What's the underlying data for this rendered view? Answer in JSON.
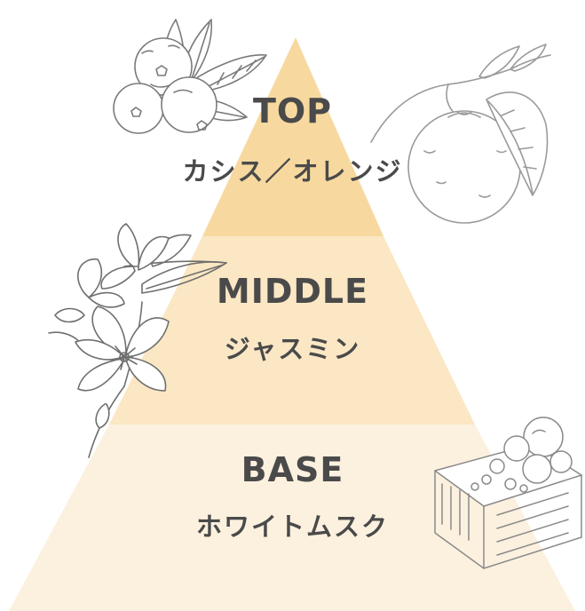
{
  "pyramid": {
    "top": {
      "label": "TOP",
      "notes": "カシス／オレンジ",
      "color": "#f7d9a0"
    },
    "middle": {
      "label": "MIDDLE",
      "notes": "ジャスミン",
      "color": "#fbe7c4"
    },
    "base": {
      "label": "BASE",
      "notes": "ホワイトムスク",
      "color": "#fcf1df"
    }
  },
  "illustrations": {
    "top_left": "blackcurrant-illustration",
    "top_right": "orange-illustration",
    "middle_left": "jasmine-illustration",
    "base_right": "musk-illustration"
  },
  "colors": {
    "text": "#4a4a4a",
    "line_art": "#8a8a8a"
  }
}
